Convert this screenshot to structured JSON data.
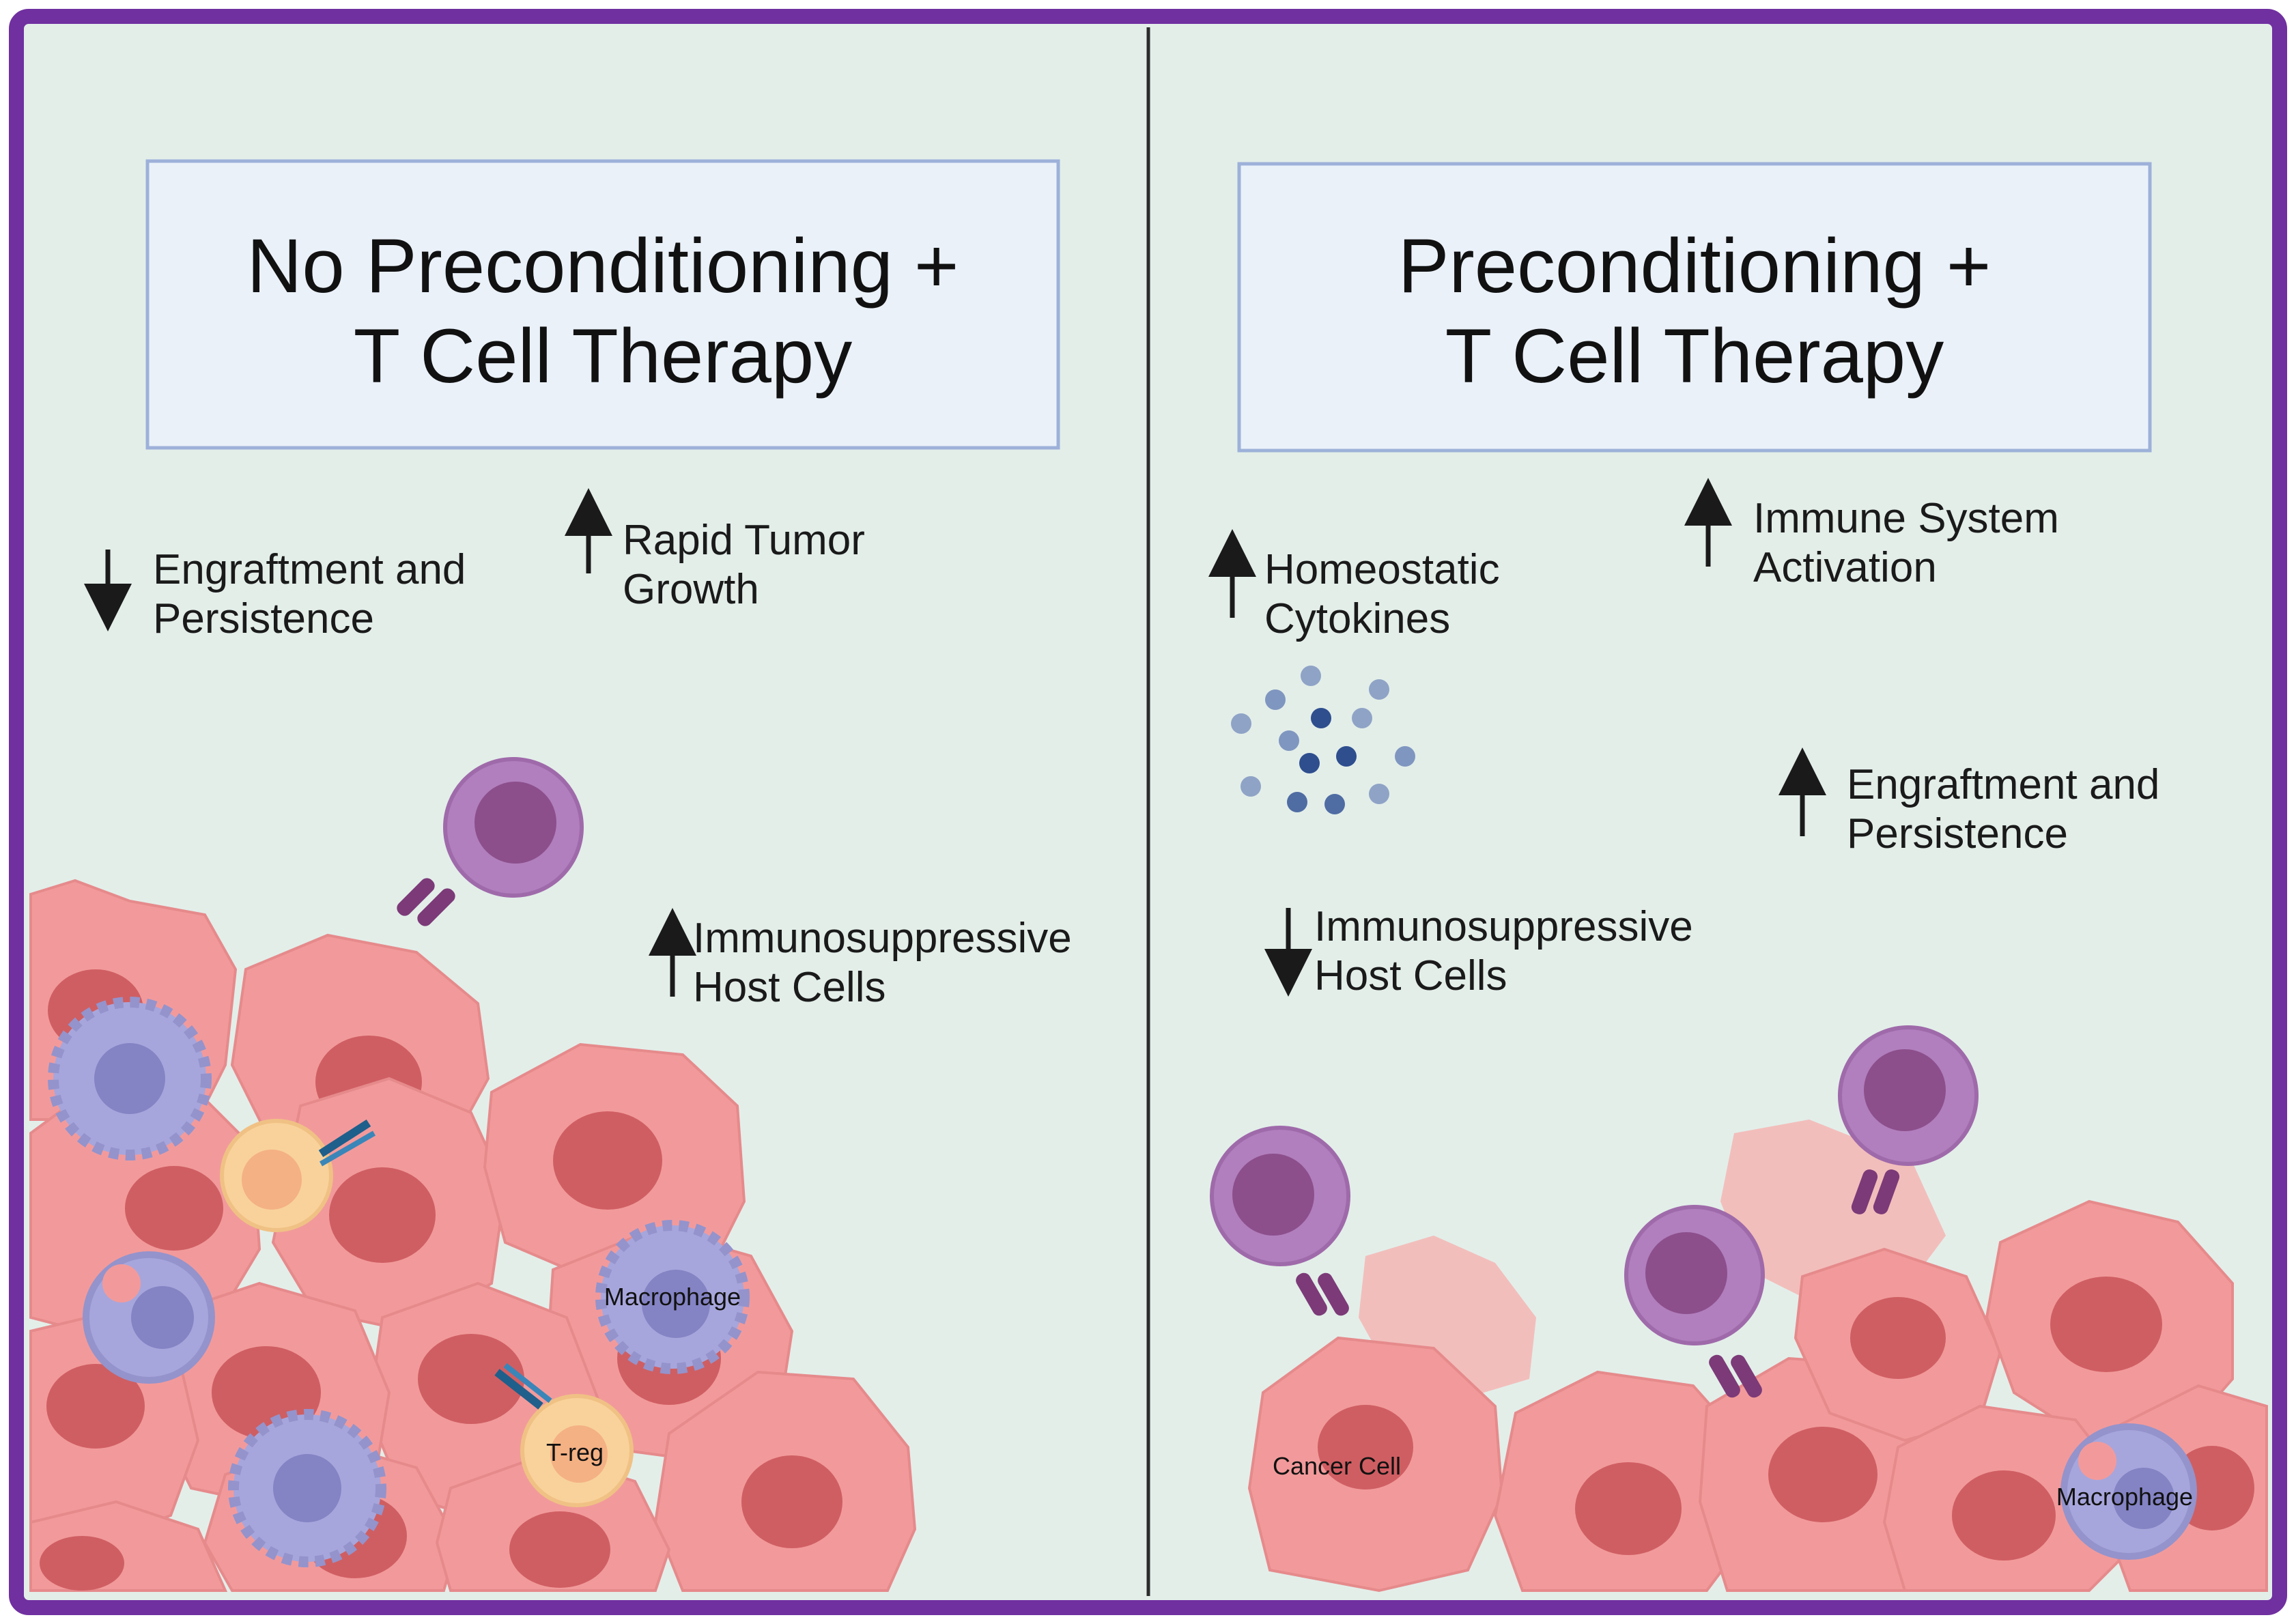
{
  "colors": {
    "frame": "#7030a0",
    "background": "#e3eee9",
    "title_box_fill": "#eaf1f9",
    "title_box_stroke": "#9db1d9",
    "divider": "#2b2b2b",
    "tumor_cell": "#f29a9b",
    "tumor_nucleus": "#cf5e62",
    "macrophage": "#a7a6dc",
    "macrophage_nucleus": "#8483c4",
    "treg": "#f9d29b",
    "t_cell": "#b17fbd",
    "t_cell_nucleus": "#8c4f8c",
    "cytokine_dark": "#2e4e8e",
    "cytokine_light": "#8fa3c6"
  },
  "left_panel": {
    "title_line1": "No Preconditioning +",
    "title_line2": "T Cell Therapy",
    "labels": [
      {
        "arrow": "down",
        "line1": "Engraftment and",
        "line2": "Persistence"
      },
      {
        "arrow": "up",
        "line1": "Rapid Tumor",
        "line2": "Growth"
      },
      {
        "arrow": "up",
        "line1": "Immunosuppressive",
        "line2": "Host Cells"
      }
    ],
    "cell_labels": {
      "macrophage": "Macrophage",
      "treg": "T-reg"
    }
  },
  "right_panel": {
    "title_line1": "Preconditioning +",
    "title_line2": "T Cell Therapy",
    "labels": [
      {
        "arrow": "up",
        "line1": "Homeostatic",
        "line2": "Cytokines"
      },
      {
        "arrow": "up",
        "line1": "Immune System",
        "line2": "Activation"
      },
      {
        "arrow": "up",
        "line1": "Engraftment and",
        "line2": "Persistence"
      },
      {
        "arrow": "down",
        "line1": "Immunosuppressive",
        "line2": "Host Cells"
      }
    ],
    "cell_labels": {
      "cancer_cell": "Cancer Cell",
      "macrophage": "Macrophage"
    }
  }
}
